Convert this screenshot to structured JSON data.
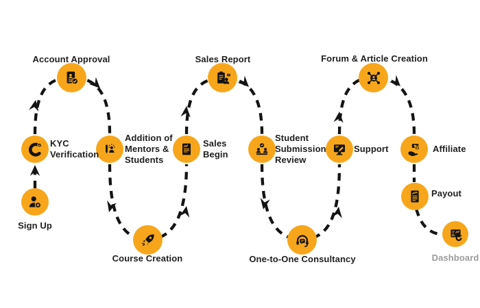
{
  "diagram": {
    "type": "process-flow-journey",
    "colors": {
      "node_fill": "#F7A61B",
      "path_line": "#141414",
      "label_text": "#1E1E1E",
      "muted_label_text": "#9C9C9C",
      "background": "#FFFFFF"
    },
    "nodes": [
      {
        "label": "Sign Up",
        "icon": "user-plus-icon"
      },
      {
        "label": "KYC Verification",
        "icon": "identity-check-icon"
      },
      {
        "label": "Account Approval",
        "icon": "document-user-check-icon"
      },
      {
        "label": "Addition of Mentors & Students",
        "icon": "mentor-pencil-icon"
      },
      {
        "label": "Course Creation",
        "icon": "rocket-icon"
      },
      {
        "label": "Sales Begin",
        "icon": "sales-document-icon"
      },
      {
        "label": "Sales Report",
        "icon": "clipboard-person-icon"
      },
      {
        "label": "Student Submission Review",
        "icon": "peer-review-icon"
      },
      {
        "label": "One-to-One Consultancy",
        "icon": "headset-chat-icon"
      },
      {
        "label": "Support",
        "icon": "monitor-pencil-icon"
      },
      {
        "label": "Forum & Article Creation",
        "icon": "user-network-icon"
      },
      {
        "label": "Affiliate",
        "icon": "hand-money-icon"
      },
      {
        "label": "Payout",
        "icon": "payout-document-icon"
      },
      {
        "label": "Dashboard",
        "icon": "dashboard-charts-icon"
      }
    ],
    "flow_order": [
      "Sign Up",
      "KYC Verification",
      "Account Approval",
      "Addition of Mentors & Students",
      "Course Creation",
      "Sales Begin",
      "Sales Report",
      "Student Submission Review",
      "One-to-One Consultancy",
      "Support",
      "Forum & Article Creation",
      "Affiliate",
      "Payout",
      "Dashboard"
    ]
  }
}
